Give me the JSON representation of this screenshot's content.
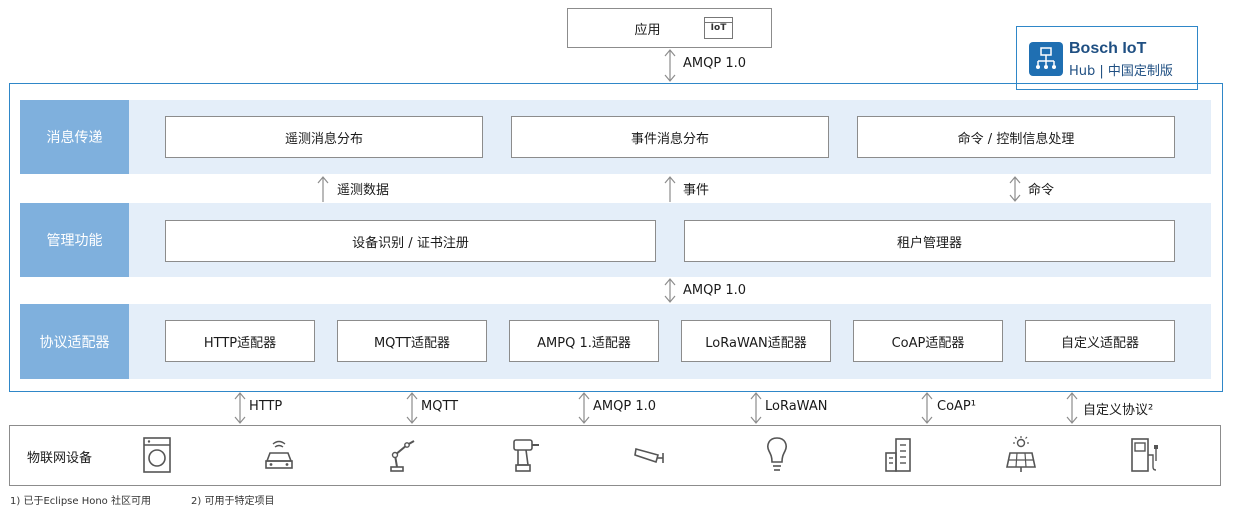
{
  "app_box": {
    "label": "应用",
    "badge": "IoT"
  },
  "brand": {
    "title": "Bosch IoT",
    "subtitle": "Hub | 中国定制版"
  },
  "amqp_top": "AMQP 1.0",
  "rows": {
    "messaging": {
      "label": "消息传递",
      "boxes": [
        "遥测消息分布",
        "事件消息分布",
        "命令 / 控制信息处理"
      ]
    },
    "management": {
      "label": "管理功能",
      "boxes": [
        "设备识别 / 证书注册",
        "租户管理器"
      ]
    },
    "protocol": {
      "label": "协议适配器",
      "boxes": [
        "HTTP适配器",
        "MQTT适配器",
        "AMPQ 1.适配器",
        "LoRaWAN适配器",
        "CoAP适配器",
        "自定义适配器"
      ]
    }
  },
  "between_labels": [
    "遥测数据",
    "事件",
    "命令"
  ],
  "amqp_mid": "AMQP 1.0",
  "protocols": [
    "HTTP",
    "MQTT",
    "AMQP 1.0",
    "LoRaWAN",
    "CoAP¹",
    "自定义协议²"
  ],
  "devices": {
    "label": "物联网设备",
    "icons": [
      "washing-machine-icon",
      "car-icon",
      "robot-arm-icon",
      "drill-icon",
      "camera-icon",
      "light-bulb-icon",
      "building-icon",
      "solar-panel-icon",
      "charging-station-icon"
    ]
  },
  "footnotes": [
    "1) 已于Eclipse Hono 社区可用",
    "2) 可用于特定项目"
  ],
  "colors": {
    "frame": "#2f87c8",
    "row_label": "#7fb0dd",
    "row_bg": "#e4eef9",
    "brand_bg": "#1f6fb2",
    "arrow": "#8c8c8c"
  }
}
